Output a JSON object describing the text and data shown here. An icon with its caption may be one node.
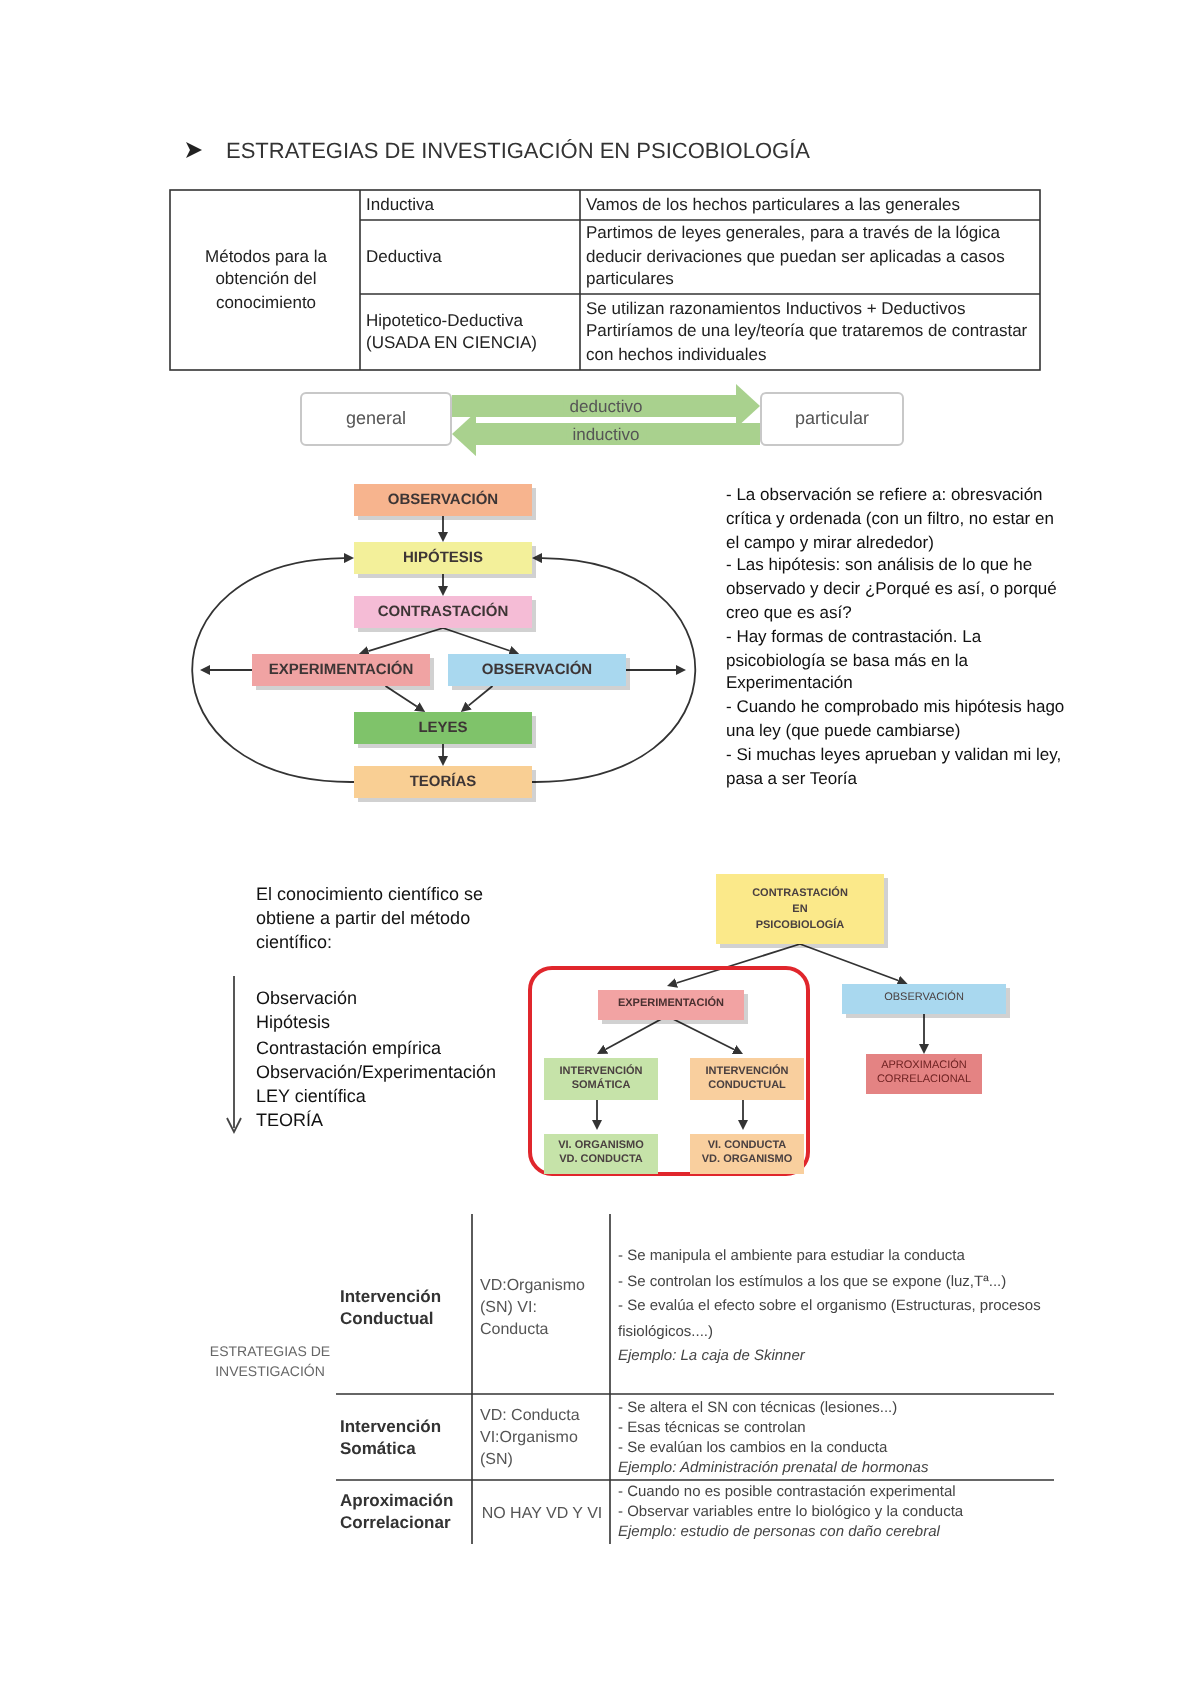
{
  "diagram": {
    "title": "ESTRATEGIAS DE INVESTIGACIÓN EN PSICOBIOLOGÍA",
    "nodes": [
      {
        "text": [
          "general"
        ]
      },
      {
        "text": [
          "particular"
        ]
      },
      {
        "text": [
          "OBSERVACIÓN"
        ]
      },
      {
        "text": [
          "HIPÓTESIS"
        ]
      },
      {
        "text": [
          "CONTRASTACIÓN"
        ]
      },
      {
        "text": [
          "EXPERIMENTACIÓN"
        ]
      },
      {
        "text": [
          "OBSERVACIÓN"
        ]
      },
      {
        "text": [
          "LEYES"
        ]
      },
      {
        "text": [
          "TEORÍAS"
        ]
      },
      {
        "text": [
          "CONTRASTACIÓN EN PSICOBIOLOGÍA"
        ]
      },
      {
        "text": [],
        "shape": "box"
      },
      {
        "text": [
          "EXPERIMENTACIÓN"
        ],
        "in": 10
      },
      {
        "text": [
          "INTERVENCIÓN SOMÁTICA"
        ],
        "in": 10
      },
      {
        "text": [
          "INTERVENCIÓN CONDUCTUAL"
        ],
        "in": 10
      },
      {
        "text": [
          "VI. ORGANISMO VD. CONDUCTA"
        ],
        "in": 10
      },
      {
        "text": [
          "VI. CONDUCTA VD. ORGANISMO"
        ],
        "in": 10
      },
      {
        "text": [
          "OBSERVACIÓN"
        ]
      },
      {
        "text": [
          "APROXIMACIÓN CORRELACIONAL"
        ]
      }
    ],
    "edges": [
      {
        "from": 0,
        "to": 1,
        "arrow": "to",
        "label": "deductivo",
        "style": "thick",
        "color": "#a9d18e"
      },
      {
        "from": 1,
        "to": 0,
        "arrow": "to",
        "label": "inductivo",
        "style": "thick",
        "color": "#a9d18e"
      },
      {
        "from": 2,
        "to": 3,
        "arrow": "to"
      },
      {
        "from": 3,
        "to": 4,
        "arrow": "to"
      },
      {
        "from": 4,
        "to": 5,
        "arrow": "to"
      },
      {
        "from": 4,
        "to": 6,
        "arrow": "to"
      },
      {
        "from": 5,
        "to": 7,
        "arrow": "to"
      },
      {
        "from": 6,
        "to": 7,
        "arrow": "to"
      },
      {
        "from": 7,
        "to": 8,
        "arrow": "to"
      },
      {
        "from": 8,
        "to": 3,
        "arrow": "to"
      },
      {
        "from": 8,
        "to": 3,
        "arrow": "to"
      },
      {
        "from": 5,
        "to": null,
        "arrow": "to"
      },
      {
        "from": 6,
        "to": null,
        "arrow": "to"
      },
      {
        "from": 9,
        "to": 11,
        "arrow": "to"
      },
      {
        "from": 9,
        "to": 16,
        "arrow": "to"
      },
      {
        "from": 11,
        "to": 12,
        "arrow": "to"
      },
      {
        "from": 11,
        "to": 13,
        "arrow": "to"
      },
      {
        "from": 12,
        "to": 14,
        "arrow": "to"
      },
      {
        "from": 13,
        "to": 15,
        "arrow": "to"
      },
      {
        "from": 16,
        "to": 17,
        "arrow": "to"
      }
    ],
    "labels": [
      "Métodos para la obtención del conocimiento",
      "Inductiva",
      "Vamos de los hechos particulares a las generales",
      "Deductiva",
      "Partimos de leyes generales, para a través de la lógica deducir derivaciones que puedan ser aplicadas a casos particulares",
      "Hipotetico-Deductiva (USADA EN CIENCIA)",
      "Se utilizan razonamientos Inductivos + Deductivos",
      "Partiríamos de una ley/teoría que trataremos de contrastar con hechos individuales",
      "- La observación se refiere a: obresvación crítica y ordenada (con un filtro, no estar en el campo y mirar alrededor)",
      "- Las hipótesis: son análisis de lo que he observado y decir ¿Porqué es así, o porqué creo que es así?",
      "- Hay formas de contrastación. La psicobiología se basa más en la Experimentación",
      "- Cuando he comprobado mis hipótesis hago una ley (que puede cambiarse)",
      "- Si muchas leyes aprueban y validan mi ley, pasa a ser Teoría",
      "El conocimiento científico se obtiene a partir del método científico:",
      "Observación",
      "Hipótesis",
      "Contrastación empírica",
      "Observación/Experimentación",
      "LEY científica",
      "TEORÍA",
      "ESTRATEGIAS DE INVESTIGACIÓN",
      "Intervención Conductual",
      "VD:Organismo (SN) VI: Conducta",
      "- Se manipula el ambiente para estudiar la conducta",
      "- Se controlan los estímulos a los que se expone (luz,Tª...)",
      "- Se evalúa el efecto sobre el organismo (Estructuras, procesos fisiológicos....)",
      "Ejemplo: La caja de Skinner",
      "Intervención Somática",
      "VD: Conducta VI:Organismo (SN)",
      "- Se altera el SN con técnicas (lesiones...)",
      "- Esas técnicas se controlan",
      "- Se evalúan los cambios en la conducta",
      "Ejemplo: Administración prenatal de hormonas",
      "Aproximación Correlacionar",
      "NO HAY VD Y VI",
      "- Cuando no es posible contrastación experimental",
      "- Observar variables entre lo biológico y la conducta",
      "Ejemplo: estudio de personas con daño cerebral"
    ]
  }
}
